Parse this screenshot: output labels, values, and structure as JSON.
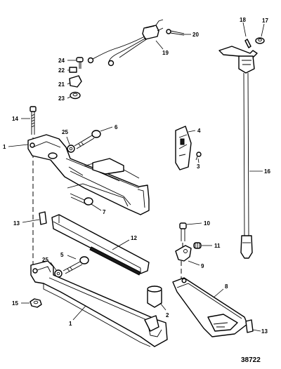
{
  "figure_number": "38722",
  "callouts": {
    "c1a": "1",
    "c1b": "1",
    "c2": "2",
    "c3": "3",
    "c4": "4",
    "c5": "5",
    "c6": "6",
    "c7": "7",
    "c8": "8",
    "c9": "9",
    "c10": "10",
    "c11": "11",
    "c12": "12",
    "c13a": "13",
    "c13b": "13",
    "c14": "14",
    "c15": "15",
    "c16": "16",
    "c17": "17",
    "c18": "18",
    "c19": "19",
    "c20": "20",
    "c21": "21",
    "c22": "22",
    "c23": "23",
    "c24": "24",
    "c25a": "25",
    "c25b": "25"
  }
}
